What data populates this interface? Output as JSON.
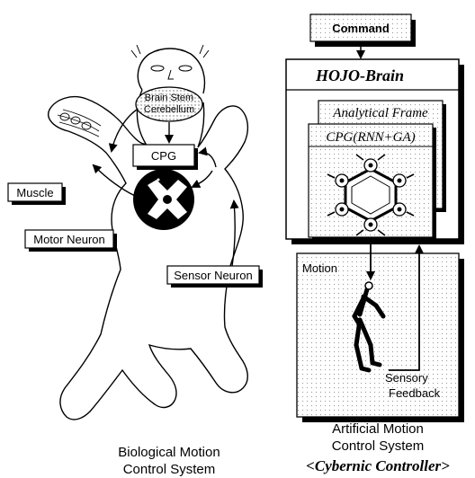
{
  "biological": {
    "brain_line1": "Brain Stem",
    "brain_line2": "Cerebellum",
    "cpg": "CPG",
    "muscle": "Muscle",
    "motor_neuron": "Motor Neuron",
    "sensor_neuron": "Sensor Neuron",
    "caption_line1": "Biological Motion",
    "caption_line2": "Control System"
  },
  "artificial": {
    "command": "Command",
    "hojo_brain": "HOJO-Brain",
    "analytical_frame": "Analytical Frame",
    "cpg_rnn_ga": "CPG(RNN+GA)",
    "motion": "Motion",
    "sensory": "Sensory",
    "feedback": "Feedback",
    "caption_line1": "Artificial Motion",
    "caption_line2": "Control System",
    "controller": "<Cybernic Controller>"
  }
}
